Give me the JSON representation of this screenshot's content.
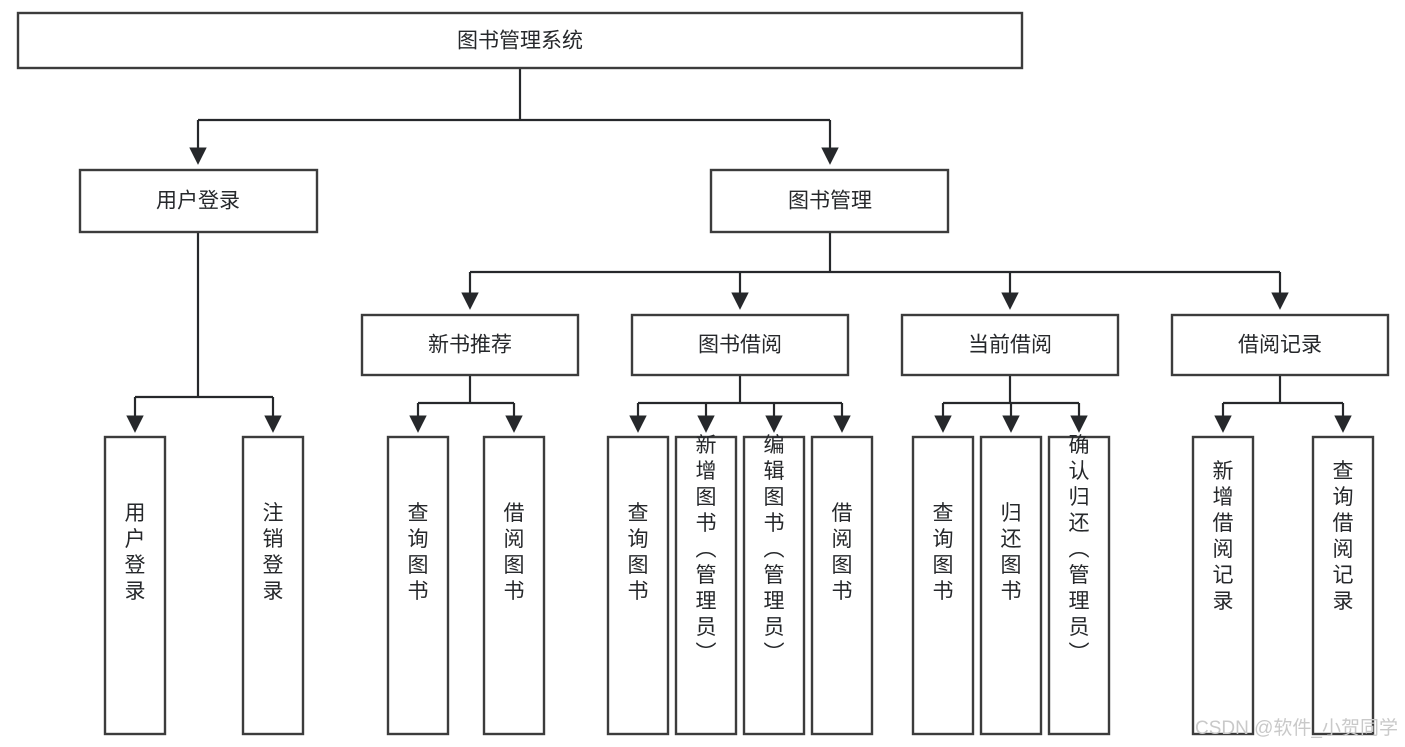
{
  "diagram": {
    "title": "图书管理系统",
    "type": "tree-hierarchy-chart",
    "watermark": "CSDN @软件_小贺同学",
    "colors": {
      "box_stroke": "#3c3c3c",
      "edge": "#26282b",
      "text": "#26282b",
      "background": "#ffffff",
      "watermark": "#c9c9c9"
    },
    "levels": {
      "root": {
        "label": "图书管理系统"
      },
      "level2": [
        {
          "label": "用户登录"
        },
        {
          "label": "图书管理"
        }
      ],
      "level3": [
        {
          "label": "新书推荐"
        },
        {
          "label": "图书借阅"
        },
        {
          "label": "当前借阅"
        },
        {
          "label": "借阅记录"
        }
      ],
      "leaves": {
        "user_login": [
          {
            "label": "用户登录"
          },
          {
            "label": "注销登录"
          }
        ],
        "new_book_recommend": [
          {
            "label": "查询图书"
          },
          {
            "label": "借阅图书"
          }
        ],
        "book_borrow": [
          {
            "label": "查询图书"
          },
          {
            "label": "新增图书（管理员）"
          },
          {
            "label": "编辑图书（管理员）"
          },
          {
            "label": "借阅图书"
          }
        ],
        "current_borrow": [
          {
            "label": "查询图书"
          },
          {
            "label": "归还图书"
          },
          {
            "label": "确认归还（管理员）"
          }
        ],
        "borrow_record": [
          {
            "label": "新增借阅记录"
          },
          {
            "label": "查询借阅记录"
          }
        ]
      }
    }
  }
}
